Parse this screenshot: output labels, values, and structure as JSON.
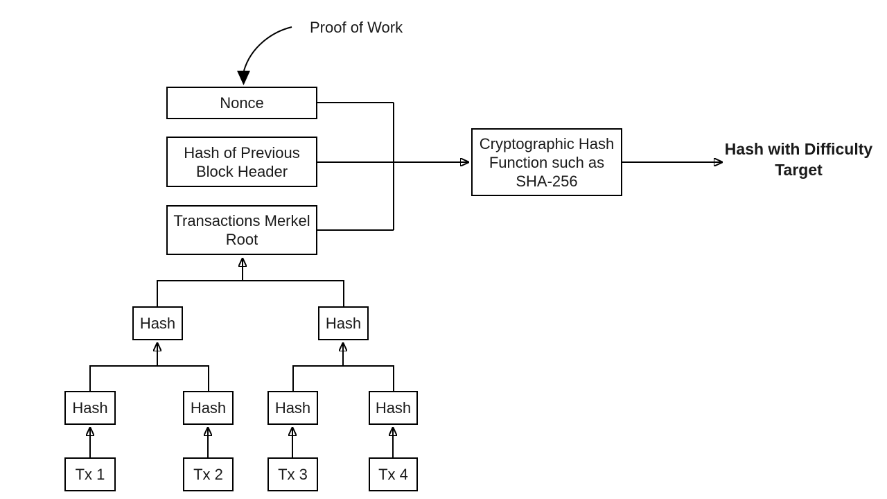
{
  "diagram_subject": "Blockchain block header hashing with Merkle tree",
  "annotation": {
    "proof_of_work_label": "Proof of Work"
  },
  "block_header": {
    "nonce": {
      "label": "Nonce"
    },
    "prev_hash": {
      "label": "Hash of Previous Block Header"
    },
    "merkle_root": {
      "label": "Transactions Merkel Root"
    }
  },
  "hash_function": {
    "label": "Cryptographic Hash Function such as SHA-256"
  },
  "output": {
    "label": "Hash with Difficulty Target"
  },
  "merkle_tree": {
    "level2": [
      {
        "label": "Hash"
      },
      {
        "label": "Hash"
      }
    ],
    "level3": [
      {
        "label": "Hash"
      },
      {
        "label": "Hash"
      },
      {
        "label": "Hash"
      },
      {
        "label": "Hash"
      }
    ],
    "transactions": [
      {
        "label": "Tx 1"
      },
      {
        "label": "Tx 2"
      },
      {
        "label": "Tx 3"
      },
      {
        "label": "Tx 4"
      }
    ]
  },
  "colors": {
    "stroke": "#000000",
    "box_fill": "#ffffff",
    "text": "#1a1a1a",
    "background": "#ffffff"
  }
}
